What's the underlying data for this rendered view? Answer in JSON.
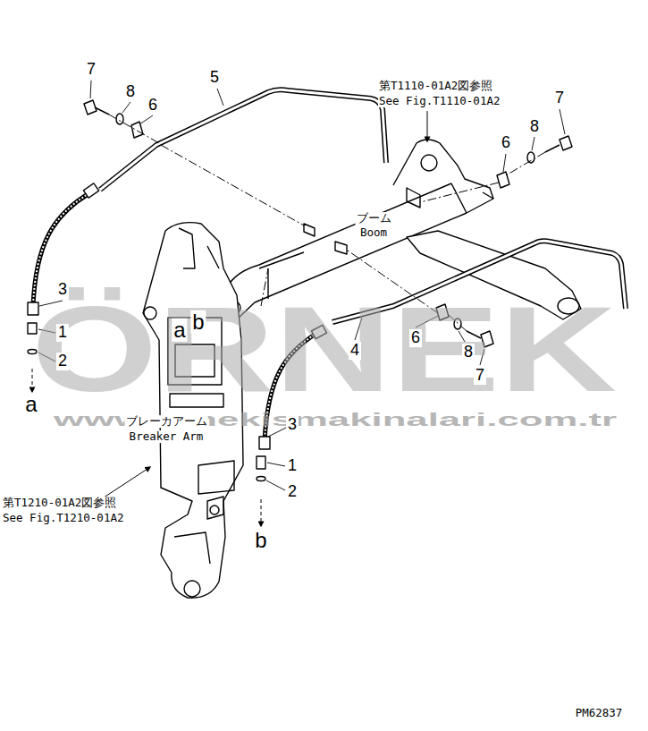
{
  "diagram": {
    "labels": [
      "7",
      "8",
      "6",
      "5",
      "第T1110-01A2図参照",
      "See Fig.T1110-01A2",
      "7",
      "8",
      "6",
      "ブーム",
      "Boom",
      "ÖRNEK",
      "www.ornekismakinalari.com.tr",
      "3",
      "a",
      "b",
      "1",
      "6",
      "4",
      "8",
      "2",
      "7",
      "a",
      "ブレーカアーム",
      "Breaker Arm",
      "3",
      "1",
      "2",
      "第T1210-01A2図参照",
      "See Fig.T1210-01A2",
      "b",
      "PM62837"
    ]
  }
}
